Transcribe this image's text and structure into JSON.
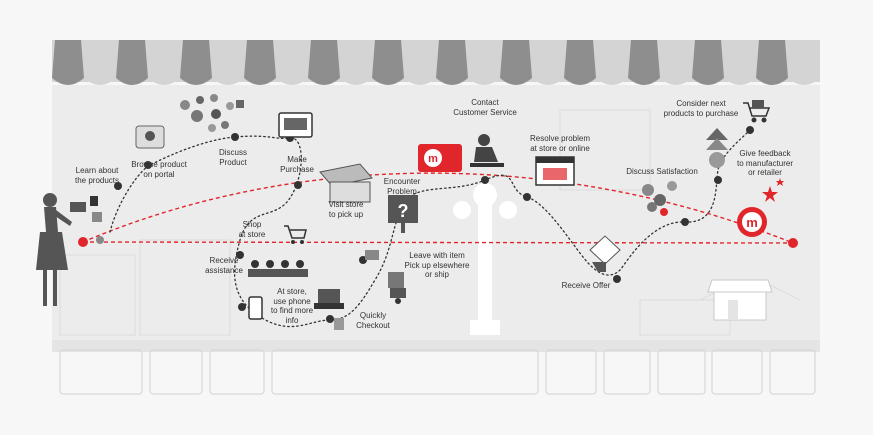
{
  "diagram": {
    "colors": {
      "accent": "#e0262b",
      "awning_dark": "#8e8e8e",
      "awning_light": "#d4d4d4",
      "line_dark": "#333333",
      "background": "#f7f7f7"
    },
    "steps": [
      {
        "id": "learn",
        "label": "Learn about\nthe products",
        "icon": "person-laptop-icon"
      },
      {
        "id": "browse",
        "label": "Browse product\non portal",
        "icon": "tablet-browse-icon"
      },
      {
        "id": "discuss",
        "label": "Discuss\nProduct",
        "icon": "social-media-icon"
      },
      {
        "id": "purchase",
        "label": "Make\nPurchase",
        "icon": "laptop-icon"
      },
      {
        "id": "shop",
        "label": "Shop\nat store",
        "icon": "shopping-cart-icon"
      },
      {
        "id": "visit",
        "label": "Visit store\nto pick up",
        "icon": "storefront-icon"
      },
      {
        "id": "encounter",
        "label": "Encounter\nProblem",
        "icon": "question-sign-icon"
      },
      {
        "id": "contact",
        "label": "Contact\nCustomer Service",
        "icon": "customer-service-icon"
      },
      {
        "id": "resolve",
        "label": "Resolve problem\nat store or online",
        "icon": "browser-store-icon"
      },
      {
        "id": "receive",
        "label": "Receive\nassistance",
        "icon": "store-staff-icon"
      },
      {
        "id": "phone",
        "label": "At store,\nuse phone\nto find more\ninfo",
        "icon": "smartphone-icon"
      },
      {
        "id": "checkout",
        "label": "Quickly\nCheckout",
        "icon": "cash-register-icon"
      },
      {
        "id": "leave",
        "label": "Leave with item\nPick up elsewhere\nor ship",
        "icon": "hand-truck-icon"
      },
      {
        "id": "offer",
        "label": "Receive Offer",
        "icon": "hand-offer-icon"
      },
      {
        "id": "satisfaction",
        "label": "Discuss Satisfaction",
        "icon": "satisfaction-faces-icon"
      },
      {
        "id": "consider",
        "label": "Consider next\nproducts to purchase",
        "icon": "shopping-cart-icon"
      },
      {
        "id": "feedback",
        "label": "Give feedback\nto manufacturer\nor retailer",
        "icon": "feedback-people-icon"
      }
    ],
    "brand_icon": "m-logo-icon"
  }
}
